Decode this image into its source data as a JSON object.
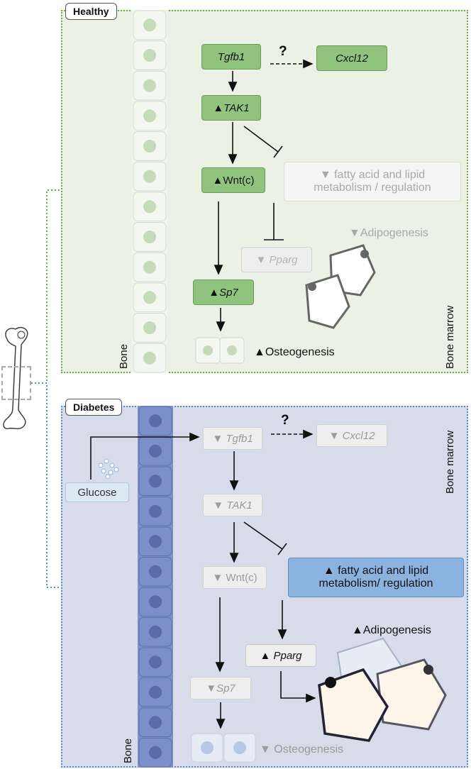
{
  "healthy": {
    "title": "Healthy",
    "tgfb1": "Tgfb1",
    "question": "?",
    "cxcl12": "Cxcl12",
    "tak1": "▲TAK1",
    "wnt": "▲Wnt(c)",
    "fatty": "▼ fatty acid and lipid metabolism / regulation",
    "adipogenesis": "▼Adipogenesis",
    "pparg": "▼ Pparg",
    "sp7": "▲Sp7",
    "osteogenesis": "▲Osteogenesis",
    "bone": "Bone",
    "bone_marrow": "Bone marrow"
  },
  "diabetes": {
    "title": "Diabetes",
    "glucose": "Glucose",
    "tgfb1": "▼ Tgfb1",
    "question": "?",
    "cxcl12": "▼ Cxcl12",
    "tak1": "▼ TAK1",
    "wnt": "▼ Wnt(c)",
    "fatty": "▲ fatty acid and lipid metabolism/ regulation",
    "adipogenesis": "▲Adipogenesis",
    "pparg": "▲ Pparg",
    "sp7": "▼Sp7",
    "osteogenesis": "▼ Osteogenesis",
    "bone": "Bone",
    "bone_marrow": "Bone marrow"
  },
  "colors": {
    "healthy_bg": "#ebf1e4",
    "healthy_border": "#6bab45",
    "diabetes_bg": "#d8dcea",
    "diabetes_border": "#4f8fc8",
    "green_box": "#90c47e",
    "grey_box": "#eeeeee",
    "blue_box": "#8ab4df",
    "bone_cell_healthy": "#f2f5ee",
    "bone_cell_diabetes": "#7b8fc9"
  }
}
